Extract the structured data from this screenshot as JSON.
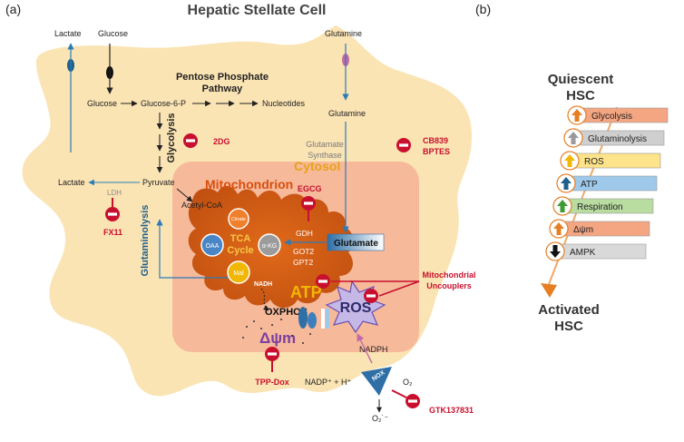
{
  "panel_labels": {
    "a": "(a)",
    "b": "(b)"
  },
  "title": "Hepatic Stellate Cell",
  "compartments": {
    "cytosol": "Cytosol",
    "mitochondrion": "Mitochondrion"
  },
  "transport": {
    "lactate_out": "Lactate",
    "glucose_out": "Glucose",
    "glutamine_out": "Glutamine"
  },
  "metabolites": {
    "glucose": "Glucose",
    "g6p": "Glucose-6-P",
    "nucleotides": "Nucleotides",
    "pyruvate": "Pyruvate",
    "lactate": "Lactate",
    "acetyl_coa": "Acetyl-CoA",
    "glutamine": "Glutamine",
    "glutamate": "Glutamate",
    "nadph": "NADPH",
    "nadp": "NADP⁺ + H⁺",
    "o2": "O₂",
    "o2_minus": "O₂˙⁻"
  },
  "pathways": {
    "ppp_line1": "Pentose Phosphate",
    "ppp_line2": "Pathway",
    "glycolysis": "Glycolysis",
    "glutaminolysis": "Glutaminolysis",
    "glutamate_synthase_1": "Glutamate",
    "glutamate_synthase_2": "Synthase"
  },
  "enzymes": {
    "ldh": "LDH",
    "gdh": "GDH",
    "got2": "GOT2",
    "gpt2": "GPT2",
    "nox": "NOX"
  },
  "tca": {
    "citrate": "Citrate",
    "oaa": "OAA",
    "akg": "α-KG",
    "mal": "Mal",
    "tca": "TCA",
    "cycle": "Cycle",
    "nadh": "NADH"
  },
  "mito_labels": {
    "oxphos": "OXPHOS",
    "atp": "ATP",
    "ros": "ROS",
    "dpsi": "Δψm"
  },
  "inhibitors": {
    "twodg": "2DG",
    "cb839": "CB839",
    "bptes": "BPTES",
    "egcg": "EGCG",
    "fx11": "FX11",
    "uncouplers_1": "Mitochondrial",
    "uncouplers_2": "Uncouplers",
    "tpp_dox": "TPP-Dox",
    "gtk": "GTK137831"
  },
  "panel_b": {
    "top_1": "Quiescent",
    "top_2": "HSC",
    "bottom_1": "Activated",
    "bottom_2": "HSC",
    "items": [
      {
        "label": "Glycolysis",
        "direction": "up",
        "color": "#f4a582",
        "arrow_color": "#e67e22"
      },
      {
        "label": "Glutaminolysis",
        "direction": "up",
        "color": "#cfcfcf",
        "arrow_color": "#9a9a9a"
      },
      {
        "label": "ROS",
        "direction": "up",
        "color": "#fde38a",
        "arrow_color": "#f2b705"
      },
      {
        "label": "ATP",
        "direction": "up",
        "color": "#9ec9ea",
        "arrow_color": "#1f5f8b"
      },
      {
        "label": "Respiration",
        "direction": "up",
        "color": "#b9dca0",
        "arrow_color": "#3f9b35"
      },
      {
        "label": "Δψm",
        "direction": "up",
        "color": "#f4a582",
        "arrow_color": "#e67e22"
      },
      {
        "label": "AMPK",
        "direction": "down",
        "color": "#d9d9d9",
        "arrow_color": "#111111"
      }
    ]
  }
}
